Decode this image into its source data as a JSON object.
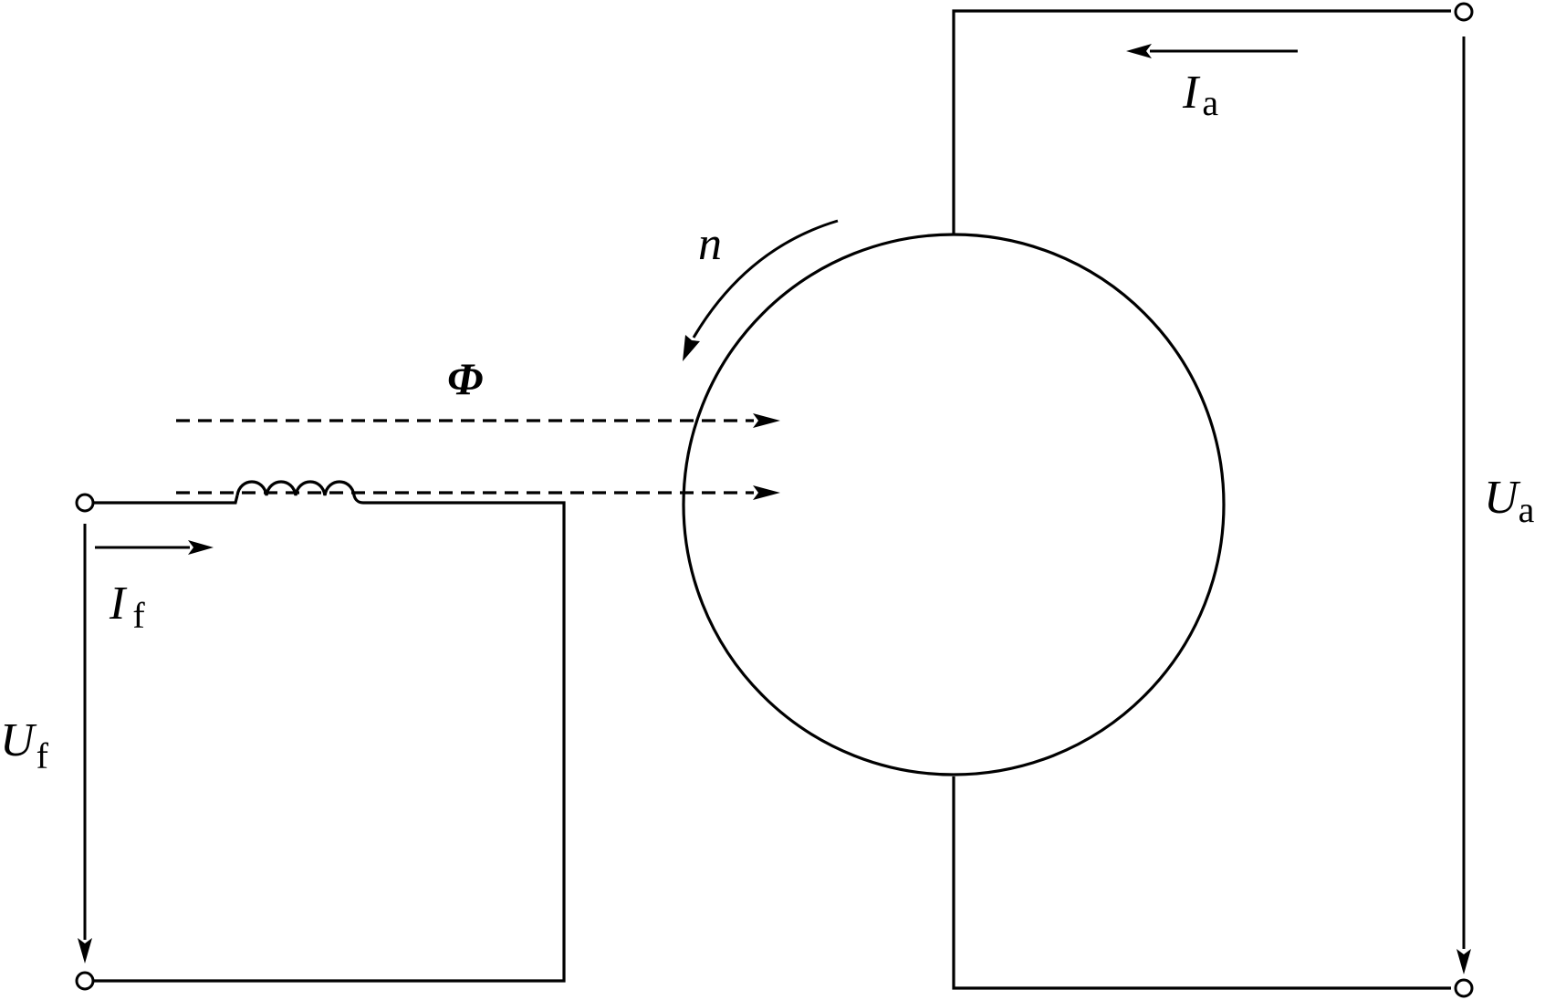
{
  "labels": {
    "ia": {
      "main": "I",
      "sub": "a"
    },
    "ua": {
      "main": "U",
      "sub": "a"
    },
    "if": {
      "main": "I",
      "sub": "f"
    },
    "uf": {
      "main": "U",
      "sub": "f"
    },
    "n": "n",
    "phi": "Φ"
  },
  "colors": {
    "line": "#000000",
    "background": "#ffffff"
  }
}
